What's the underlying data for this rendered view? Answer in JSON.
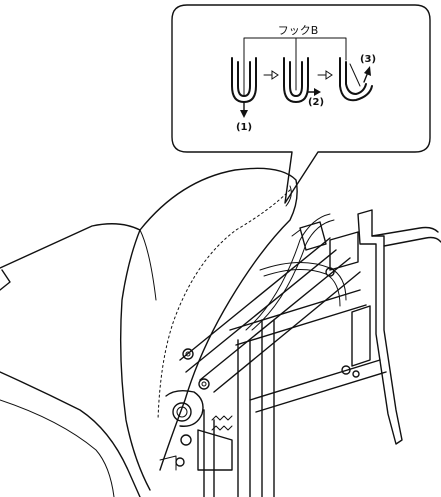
{
  "callout": {
    "hook_label": "フックB",
    "steps": [
      {
        "label": "(1)"
      },
      {
        "label": "(2)"
      },
      {
        "label": "(3)"
      }
    ]
  }
}
